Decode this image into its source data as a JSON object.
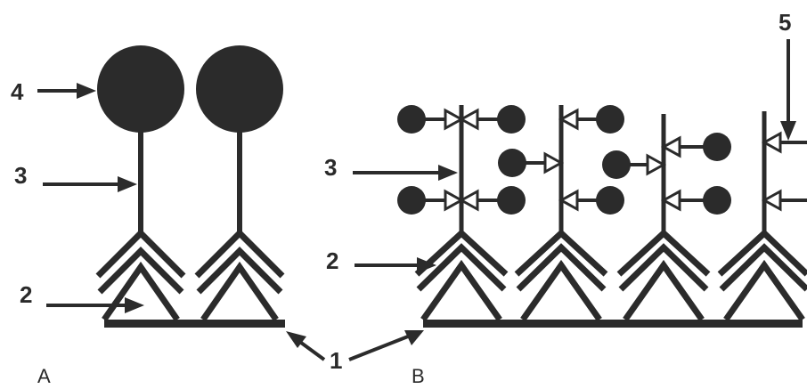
{
  "labels": {
    "one": "1",
    "two": "2",
    "three": "3",
    "four": "4",
    "five": "5"
  },
  "panels": {
    "a": "A",
    "b": "B"
  },
  "colors": {
    "ink": "#2b2b2b",
    "background": "#ffffff"
  }
}
